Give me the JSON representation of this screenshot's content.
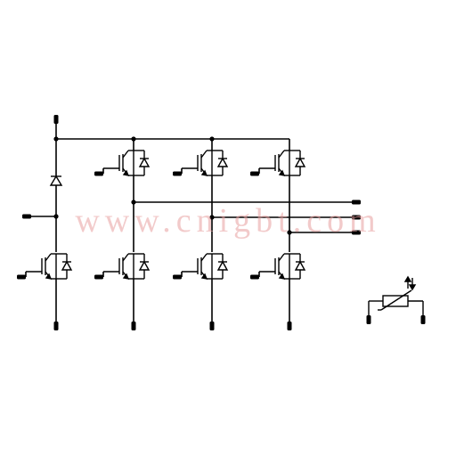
{
  "watermark": {
    "text": "www.cnigbt.com",
    "color": "#e8a0a0"
  },
  "diagram": {
    "description_kind": "IGBT module equivalent circuit",
    "components": {
      "input_rectifier_diode": 1,
      "brake_igbt_with_freewheel_diode": 1,
      "inverter_igbts_with_antiparallel_diodes": 6,
      "ntc_thermistor": 1
    },
    "line_color": "#000000",
    "terminal_color": "#000000"
  }
}
